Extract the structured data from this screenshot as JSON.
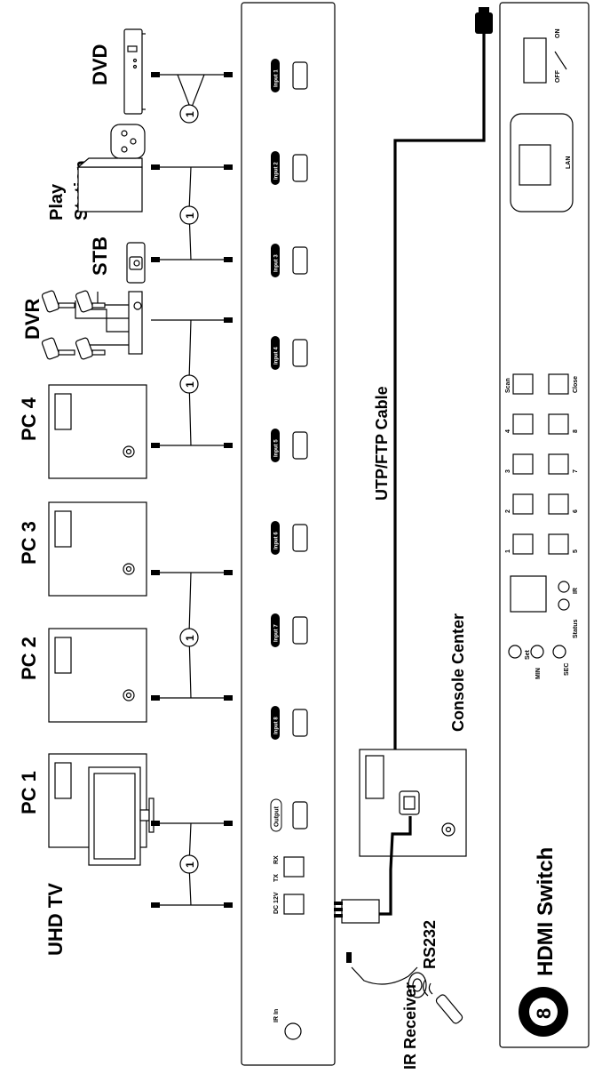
{
  "devices": {
    "dvd": "DVD",
    "play_station": "Play Station",
    "stb": "STB",
    "dvr": "DVR",
    "pc4": "PC 4",
    "pc3": "PC 3",
    "pc2": "PC 2",
    "pc1": "PC 1",
    "uhd_tv": "UHD TV"
  },
  "cable_marker": "1",
  "switch_rear": {
    "ports": [
      "Input 1",
      "Input 2",
      "Input 3",
      "Input 4",
      "Input 5",
      "Input 6",
      "Input 7",
      "Input 8",
      "Output"
    ],
    "ir_in": "IR In",
    "dc": "DC 12V",
    "txrx": "TX",
    "rx": "RX"
  },
  "middle": {
    "utp_cable": "UTP/FTP Cable",
    "console_center": "Console Center",
    "rs232": "RS232",
    "ir_receiver": "IR Receiver"
  },
  "front_panel": {
    "on": "ON",
    "off": "OFF",
    "lan": "LAN",
    "buttons_top": [
      "1",
      "2",
      "3",
      "4",
      "Scan"
    ],
    "buttons_bottom": [
      "5",
      "6",
      "7",
      "8",
      "Close"
    ],
    "set": "Set",
    "min": "MIN",
    "sec": "SEC",
    "status": "Status",
    "ir": "IR",
    "brand_logo": "8",
    "title": "HDMI Switch"
  }
}
